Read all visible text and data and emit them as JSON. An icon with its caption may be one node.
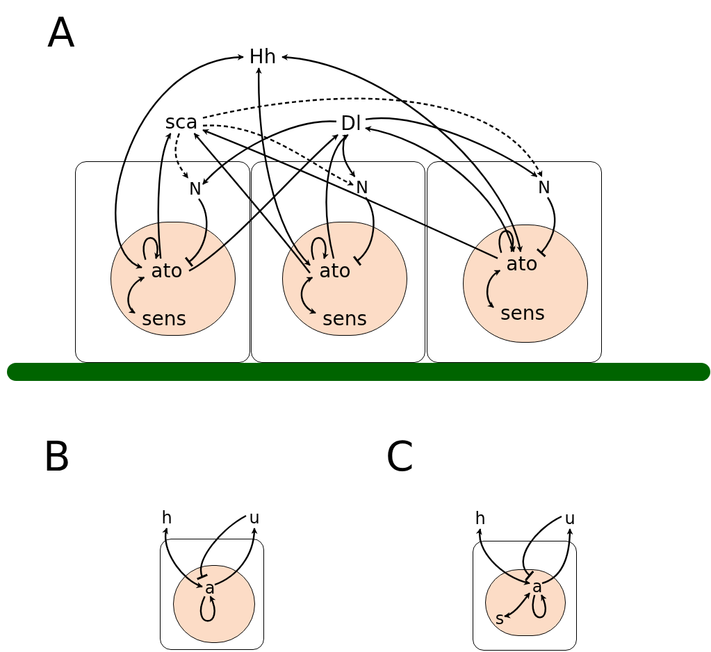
{
  "diagram": {
    "nodes": [
      {
        "text": [
          "Hh"
        ]
      },
      {
        "text": [
          "sca"
        ]
      },
      {
        "text": [
          "Dl"
        ]
      },
      {
        "text": [],
        "shape": "box"
      },
      {
        "text": [
          "N"
        ],
        "in": 3
      },
      {
        "text": [],
        "shape": "circle",
        "in": 3
      },
      {
        "text": [
          "ato"
        ],
        "in": 5
      },
      {
        "text": [
          "sens"
        ],
        "in": 5
      },
      {
        "text": [],
        "shape": "box"
      },
      {
        "text": [
          "N"
        ],
        "in": 8
      },
      {
        "text": [],
        "shape": "circle",
        "in": 8
      },
      {
        "text": [
          "ato"
        ],
        "in": 10
      },
      {
        "text": [
          "sens"
        ],
        "in": 10
      },
      {
        "text": [],
        "shape": "box"
      },
      {
        "text": [
          "N"
        ],
        "in": 13
      },
      {
        "text": [],
        "shape": "circle",
        "in": 13
      },
      {
        "text": [
          "ato"
        ],
        "in": 15
      },
      {
        "text": [
          "sens"
        ],
        "in": 15
      },
      {
        "text": [],
        "shape": "box"
      },
      {
        "text": [],
        "shape": "circle",
        "in": 18
      },
      {
        "text": [
          "h"
        ]
      },
      {
        "text": [
          "u"
        ]
      },
      {
        "text": [
          "a"
        ],
        "in": 19
      },
      {
        "text": [],
        "shape": "box"
      },
      {
        "text": [],
        "shape": "circle",
        "in": 23
      },
      {
        "text": [
          "h"
        ]
      },
      {
        "text": [
          "u"
        ]
      },
      {
        "text": [
          "a"
        ],
        "in": 24
      },
      {
        "text": [
          "s"
        ],
        "in": 24
      },
      {
        "text": [],
        "shape": "bar"
      }
    ],
    "edges": [
      {
        "from": 0,
        "to": 6,
        "arrow": "both"
      },
      {
        "from": 0,
        "to": 11,
        "arrow": "both"
      },
      {
        "from": 0,
        "to": 16,
        "arrow": "both"
      },
      {
        "from": 1,
        "to": 4,
        "arrow": "to",
        "style": "dashed"
      },
      {
        "from": 1,
        "to": 9,
        "arrow": "to",
        "style": "dashed"
      },
      {
        "from": 1,
        "to": 14,
        "arrow": "to",
        "style": "dashed"
      },
      {
        "from": 6,
        "to": 1,
        "arrow": "to"
      },
      {
        "from": 11,
        "to": 1,
        "arrow": "to"
      },
      {
        "from": 16,
        "to": 1,
        "arrow": "to"
      },
      {
        "from": 2,
        "to": 4,
        "arrow": "to"
      },
      {
        "from": 2,
        "to": 9,
        "arrow": "to"
      },
      {
        "from": 2,
        "to": 14,
        "arrow": "to"
      },
      {
        "from": 6,
        "to": 2,
        "arrow": "to"
      },
      {
        "from": 11,
        "to": 2,
        "arrow": "to"
      },
      {
        "from": 16,
        "to": 2,
        "arrow": "both"
      },
      {
        "from": 4,
        "to": 6,
        "arrow": "other"
      },
      {
        "from": 9,
        "to": 11,
        "arrow": "other"
      },
      {
        "from": 14,
        "to": 16,
        "arrow": "other"
      },
      {
        "from": 6,
        "to": 6,
        "arrow": "to"
      },
      {
        "from": 11,
        "to": 11,
        "arrow": "to"
      },
      {
        "from": 16,
        "to": 16,
        "arrow": "to"
      },
      {
        "from": 6,
        "to": 7,
        "arrow": "both"
      },
      {
        "from": 11,
        "to": 12,
        "arrow": "both"
      },
      {
        "from": 16,
        "to": 17,
        "arrow": "both"
      },
      {
        "from": 22,
        "to": 20,
        "arrow": "both"
      },
      {
        "from": 21,
        "to": 22,
        "arrow": "other"
      },
      {
        "from": 22,
        "to": 21,
        "arrow": "to"
      },
      {
        "from": 22,
        "to": 22,
        "arrow": "to"
      },
      {
        "from": 27,
        "to": 25,
        "arrow": "both"
      },
      {
        "from": 26,
        "to": 27,
        "arrow": "other"
      },
      {
        "from": 27,
        "to": 26,
        "arrow": "to"
      },
      {
        "from": 27,
        "to": 27,
        "arrow": "to"
      },
      {
        "from": 28,
        "to": 27,
        "arrow": "both"
      }
    ],
    "labels": [
      "A",
      "B",
      "C"
    ]
  }
}
